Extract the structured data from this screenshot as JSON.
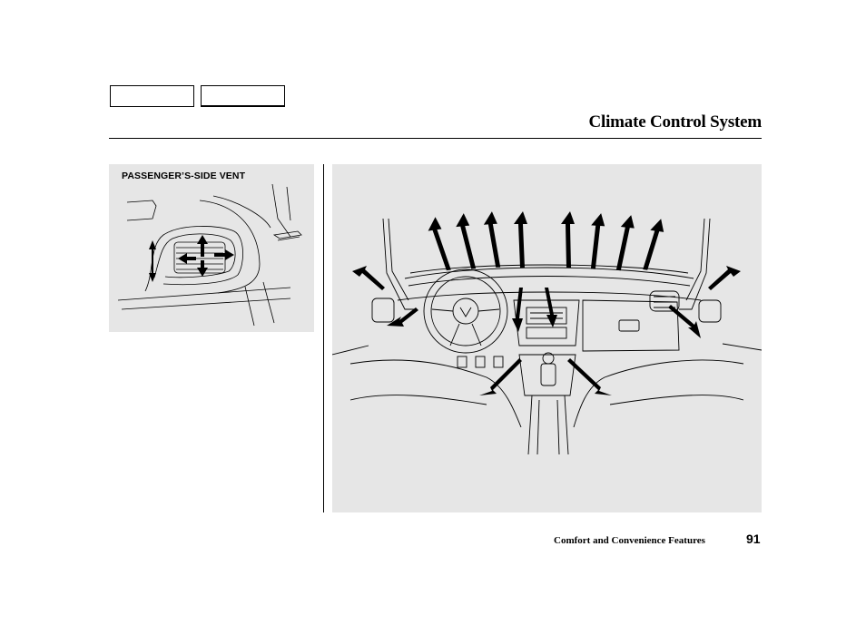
{
  "header": {
    "nav_buttons": [
      {
        "label": ""
      },
      {
        "label": ""
      }
    ],
    "title": "Climate Control System"
  },
  "figures": {
    "passenger_vent": {
      "label": "PASSENGER’S-SIDE VENT"
    },
    "dashboard": {}
  },
  "footer": {
    "section": "Comfort and Convenience Features",
    "page_number": "91"
  }
}
